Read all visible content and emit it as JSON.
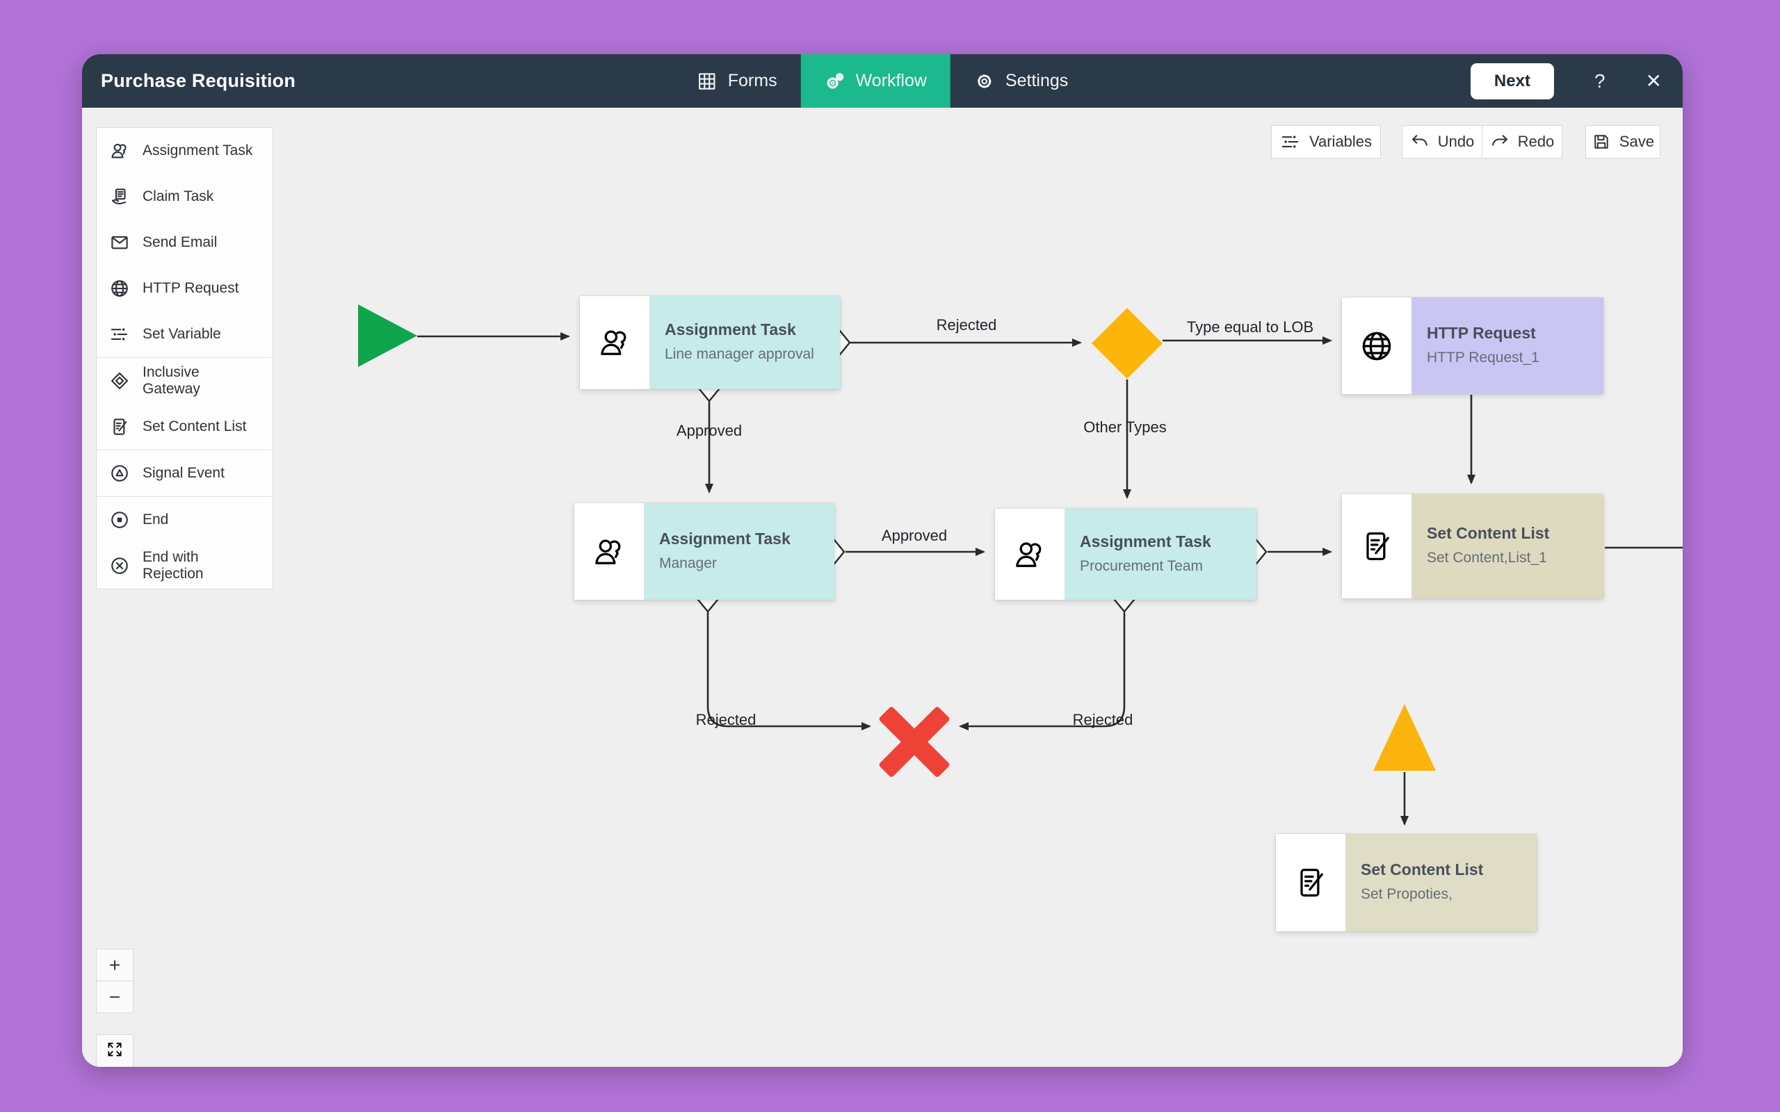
{
  "colors": {
    "backdrop": "#b273d8",
    "header": "#2b3a48",
    "tab_active": "#1cb98e",
    "canvas": "#efefef",
    "node_teal": "#c6ebe9",
    "node_lavender": "#c9c6f4",
    "node_khaki": "#dedac0",
    "node_khaki2": "#e0ddc6",
    "gateway_amber": "#fcb60a",
    "start_green": "#0fa64b",
    "signal_yellow": "#fbb40d",
    "reject_red": "#ee4236"
  },
  "header": {
    "title": "Purchase Requisition",
    "tabs": [
      {
        "label": "Forms",
        "icon": "grid-icon"
      },
      {
        "label": "Workflow",
        "icon": "cogs-icon"
      },
      {
        "label": "Settings",
        "icon": "gear-icon"
      }
    ],
    "next": "Next",
    "help": "?",
    "close": "✕"
  },
  "toolbar": {
    "variables": "Variables",
    "undo": "Undo",
    "redo": "Redo",
    "save": "Save"
  },
  "palette": {
    "items": [
      {
        "label": "Assignment Task",
        "icon": "person-duo-icon"
      },
      {
        "label": "Claim Task",
        "icon": "claim-task-icon"
      },
      {
        "label": "Send Email",
        "icon": "email-icon"
      },
      {
        "label": "HTTP Request",
        "icon": "globe-icon"
      },
      {
        "label": "Set Variable",
        "icon": "sliders-icon"
      },
      {
        "label": "Inclusive Gateway",
        "icon": "diamond-icon"
      },
      {
        "label": "Set Content List",
        "icon": "doc-edit-icon"
      },
      {
        "label": "Signal Event",
        "icon": "signal-icon"
      },
      {
        "label": "End",
        "icon": "end-icon"
      },
      {
        "label": "End with Rejection",
        "icon": "end-reject-icon"
      }
    ]
  },
  "nodes": [
    {
      "title": "Assignment Task",
      "subtitle": "Line manager approval",
      "icon": "person-duo-icon"
    },
    {
      "title": "Assignment Task",
      "subtitle": "Manager",
      "icon": "person-duo-icon"
    },
    {
      "title": "Assignment Task",
      "subtitle": "Procurement Team",
      "icon": "person-duo-icon"
    },
    {
      "title": "HTTP Request",
      "subtitle": "HTTP Request_1",
      "icon": "globe-icon"
    },
    {
      "title": "Set Content List",
      "subtitle": "Set Content,List_1",
      "icon": "doc-edit-icon"
    },
    {
      "title": "Set Content List",
      "subtitle": "Set Propoties,",
      "icon": "doc-edit-icon"
    }
  ],
  "edge_labels": [
    {
      "text": "Rejected"
    },
    {
      "text": "Type equal to LOB"
    },
    {
      "text": "Other Types"
    },
    {
      "text": "Approved"
    },
    {
      "text": "Approved"
    },
    {
      "text": "Rejected"
    },
    {
      "text": "Rejected"
    }
  ],
  "zoom": {
    "in": "+",
    "out": "−"
  }
}
